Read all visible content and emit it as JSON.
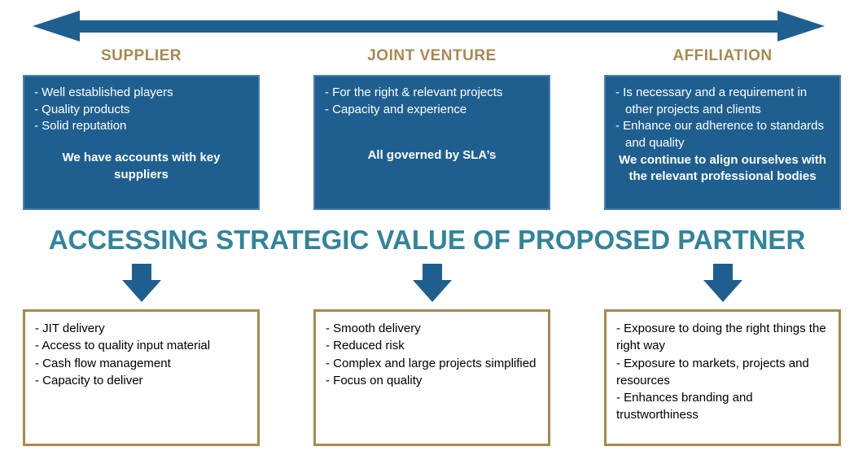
{
  "title": "ACCESSING STRATEGIC VALUE OF PROPOSED PARTNER",
  "colors": {
    "arrow_blue": "#1F5F8F",
    "box_fill_blue": "#1F5F8F",
    "box_border_blue": "#4A7FB0",
    "header_tan": "#A9894F",
    "bottom_box_border_tan": "#A9894F",
    "title_teal": "#31849B"
  },
  "columns": [
    {
      "header": "SUPPLIER",
      "top": {
        "bullets": [
          "- Well established players",
          "- Quality products",
          "- Solid reputation"
        ],
        "emphasis": "We have accounts with key suppliers"
      },
      "bottom": [
        "- JIT delivery",
        "- Access to quality input material",
        "- Cash flow management",
        "- Capacity to deliver"
      ]
    },
    {
      "header": "JOINT VENTURE",
      "top": {
        "bullets": [
          "- For the right & relevant projects",
          "- Capacity and experience"
        ],
        "emphasis": "All governed by SLA’s"
      },
      "bottom": [
        "- Smooth delivery",
        "- Reduced risk",
        "- Complex and large projects simplified",
        "- Focus on quality"
      ]
    },
    {
      "header": "AFFILIATION",
      "top": {
        "bullets": [
          "- Is necessary and a requirement in other projects and clients",
          "- Enhance our adherence to standards and quality"
        ],
        "emphasis": "We continue to align ourselves with the relevant professional bodies"
      },
      "bottom": [
        "- Exposure to doing the right things the right way",
        "- Exposure to markets, projects and resources",
        "- Enhances branding and trustworthiness"
      ]
    }
  ]
}
